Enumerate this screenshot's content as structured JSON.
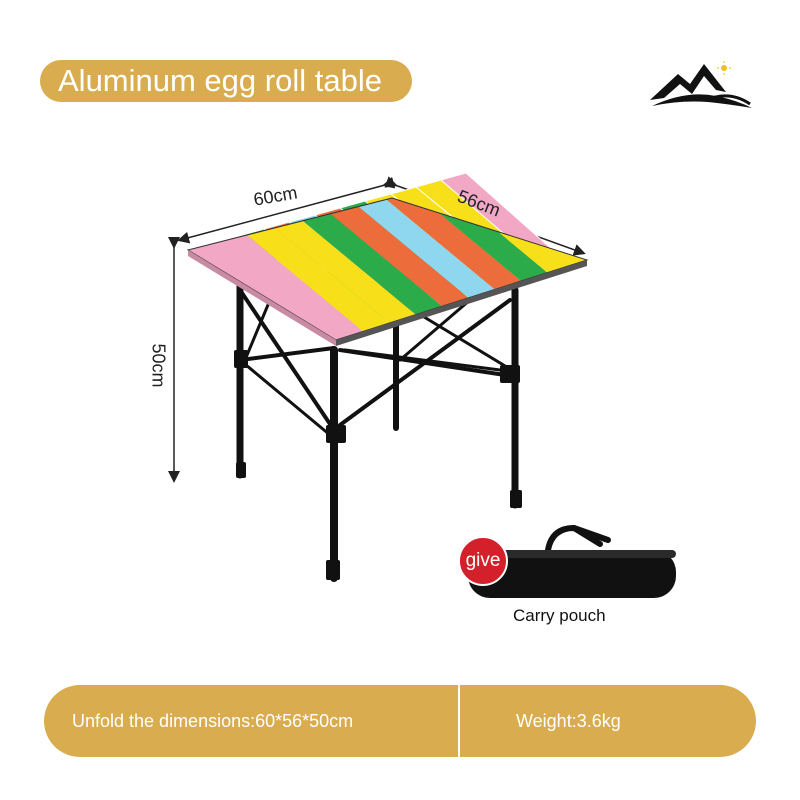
{
  "title": "Aluminum egg roll table",
  "dimensions": {
    "width_label": "60cm",
    "depth_label": "56cm",
    "height_label": "50cm"
  },
  "gift": {
    "badge": "give",
    "item_label": "Carry pouch"
  },
  "specs": {
    "unfold": "Unfold the dimensions:60*56*50cm",
    "weight": "Weight:3.6kg"
  },
  "colors": {
    "accent": "#d9ad4f",
    "badge_red": "#d4202a",
    "slat_pink": "#f2a7c4",
    "slat_yellow": "#f7e019",
    "slat_green": "#2bab4a",
    "slat_orange": "#ec6d3b",
    "slat_blue": "#8fd6ef"
  },
  "icons": [
    "mountain-sun-logo-icon"
  ]
}
